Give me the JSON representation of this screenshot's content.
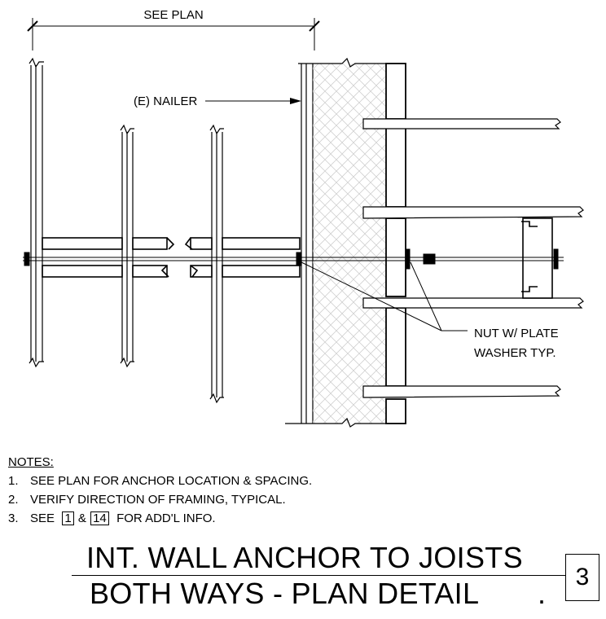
{
  "dimension_label": "SEE PLAN",
  "callouts": {
    "nailer": "(E) NAILER",
    "nut_line1": "NUT W/ PLATE",
    "nut_line2": "WASHER TYP."
  },
  "notes": {
    "title": "NOTES:",
    "items": [
      {
        "num": "1.",
        "text": "SEE PLAN FOR ANCHOR LOCATION & SPACING."
      },
      {
        "num": "2.",
        "text": "VERIFY DIRECTION OF FRAMING, TYPICAL."
      },
      {
        "num": "3.",
        "pre": "SEE",
        "ref1": "1",
        "amp": "&",
        "ref2": "14",
        "post": "FOR ADD'L INFO."
      }
    ]
  },
  "title": {
    "line1": "INT. WALL ANCHOR  TO JOISTS",
    "line2": "BOTH WAYS - PLAN DETAIL",
    "trailing": ".",
    "detail_number": "3"
  }
}
